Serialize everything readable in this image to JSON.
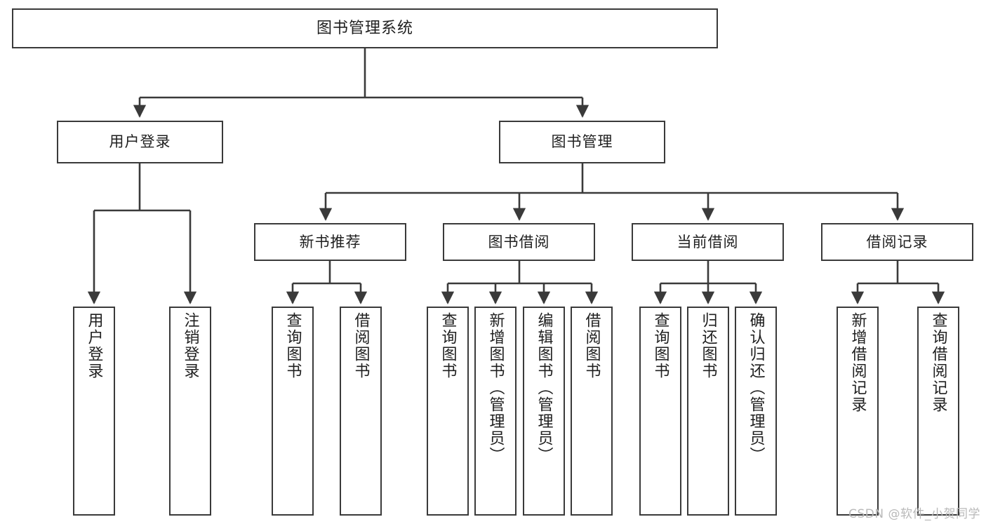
{
  "diagram": {
    "title": "图书管理系统",
    "type": "tree",
    "watermark": "CSDN @软件_小贺同学",
    "colors": {
      "box_border": "#3a3a3a",
      "box_fill": "#ffffff",
      "connector": "#3a3a3a",
      "text": "#1f1f1f",
      "watermark": "#b9b9b9",
      "background": "#ffffff"
    },
    "root": {
      "label": "图书管理系统"
    },
    "level2": [
      {
        "label": "用户登录"
      },
      {
        "label": "图书管理"
      }
    ],
    "level3": [
      {
        "label": "新书推荐"
      },
      {
        "label": "图书借阅"
      },
      {
        "label": "当前借阅"
      },
      {
        "label": "借阅记录"
      }
    ],
    "leaves": {
      "user_login": [
        {
          "label": "用户登录"
        },
        {
          "label": "注销登录"
        }
      ],
      "new_book_recommend": [
        {
          "label": "查询图书"
        },
        {
          "label": "借阅图书"
        }
      ],
      "book_borrow": [
        {
          "label": "查询图书"
        },
        {
          "label": "新增图书（管理员）"
        },
        {
          "label": "编辑图书（管理员）"
        },
        {
          "label": "借阅图书"
        }
      ],
      "current_borrow": [
        {
          "label": "查询图书"
        },
        {
          "label": "归还图书"
        },
        {
          "label": "确认归还（管理员）"
        }
      ],
      "borrow_records": [
        {
          "label": "新增借阅记录"
        },
        {
          "label": "查询借阅记录"
        }
      ]
    }
  }
}
